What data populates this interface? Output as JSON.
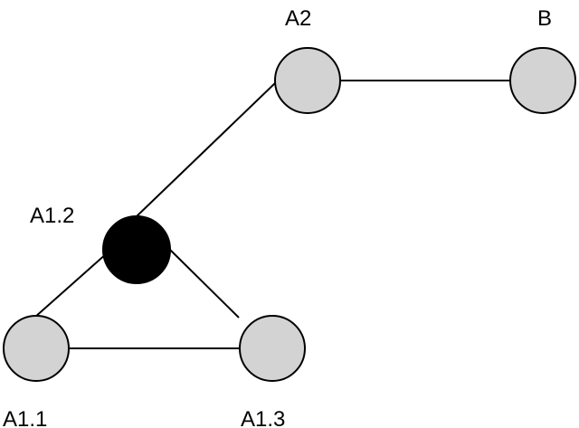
{
  "colors": {
    "default_fill": "#d3d3d3",
    "highlight_fill": "#000000",
    "stroke": "#000000"
  },
  "nodes": [
    {
      "id": "A2",
      "label": "A2",
      "highlighted": false
    },
    {
      "id": "B",
      "label": "B",
      "highlighted": false
    },
    {
      "id": "A1.2",
      "label": "A1.2",
      "highlighted": true
    },
    {
      "id": "A1.1",
      "label": "A1.1",
      "highlighted": false
    },
    {
      "id": "A1.3",
      "label": "A1.3",
      "highlighted": false
    }
  ],
  "edges": [
    {
      "from": "A2",
      "to": "B"
    },
    {
      "from": "A2",
      "to": "A1.2"
    },
    {
      "from": "A1.2",
      "to": "A1.1"
    },
    {
      "from": "A1.2",
      "to": "A1.3"
    },
    {
      "from": "A1.1",
      "to": "A1.3"
    }
  ]
}
